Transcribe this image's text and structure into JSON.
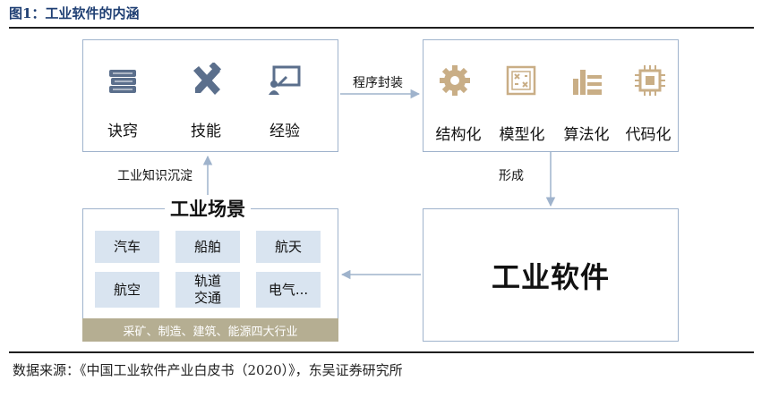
{
  "figure_title": "图1：工业软件的内涵",
  "knowledge_box": {
    "items": [
      {
        "label": "诀窍",
        "icon": "books-icon"
      },
      {
        "label": "技能",
        "icon": "tools-icon"
      },
      {
        "label": "经验",
        "icon": "presentation-icon"
      }
    ]
  },
  "program_box": {
    "items": [
      {
        "label": "结构化",
        "icon": "gear-icon"
      },
      {
        "label": "模型化",
        "icon": "model-icon"
      },
      {
        "label": "算法化",
        "icon": "algorithm-icon"
      },
      {
        "label": "代码化",
        "icon": "chip-icon"
      }
    ]
  },
  "connectors": {
    "encapsulate": "程序封装",
    "form": "形成",
    "accumulate": "工业知识沉淀"
  },
  "scene_box": {
    "title": "工业场景",
    "cells": [
      "汽车",
      "船舶",
      "航天",
      "航空",
      "轨道\n交通",
      "电气..."
    ],
    "band": "采矿、制造、建筑、能源四大行业"
  },
  "software_box": {
    "label": "工业软件"
  },
  "source": "数据来源：《中国工业软件产业白皮书（2020）》，东吴证券研究所",
  "colors": {
    "title_blue": "#1f3f73",
    "box_border": "#9fb3cc",
    "icon_blue": "#5b6f8c",
    "icon_tan": "#c9ae86",
    "cell_fill": "#d9e4f0",
    "band_fill": "#b5ae92",
    "arrow": "#9fb3cc"
  }
}
